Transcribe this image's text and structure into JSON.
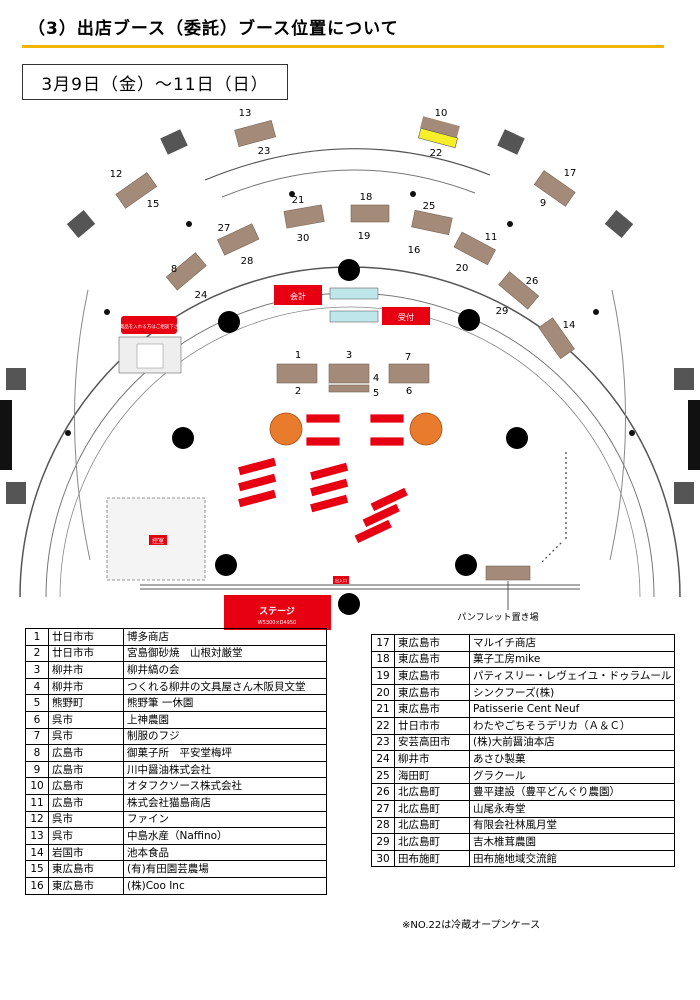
{
  "header": {
    "title": "（3）出店ブース（委託）ブース位置について",
    "date": "3月9日（金）～11日（日）"
  },
  "plan": {
    "booth_numbers": [
      "13",
      "23",
      "10",
      "22",
      "12",
      "15",
      "17",
      "9",
      "21",
      "18",
      "25",
      "27",
      "30",
      "19",
      "11",
      "16",
      "28",
      "20",
      "8",
      "26",
      "24",
      "29",
      "14",
      "1",
      "3",
      "7",
      "2",
      "4",
      "5",
      "6"
    ],
    "signs": {
      "kaikei": "会計",
      "uketsuke": "受付",
      "stage": "ステージ",
      "stage_sub": "W5300×D4950",
      "pamphlet": "パンフレット置き場",
      "tent": "控室",
      "notice": "冷蔵品を入れる方はご相談下さい",
      "door": "出入口"
    },
    "colors": {
      "booth": "#a48a78",
      "red": "#e60012",
      "cyan": "#bfe6ea",
      "yellow": "#f7ef2a",
      "arena": "#eeeeee",
      "line": "#555555"
    }
  },
  "table_left": [
    {
      "no": "1",
      "city": "廿日市市",
      "shop": "博多商店"
    },
    {
      "no": "2",
      "city": "廿日市市",
      "shop": "宮島御砂焼　山根対厳堂"
    },
    {
      "no": "3",
      "city": "柳井市",
      "shop": "柳井縞の会"
    },
    {
      "no": "4",
      "city": "柳井市",
      "shop": "つくれる柳井の文具屋さん木阪貝文堂"
    },
    {
      "no": "5",
      "city": "熊野町",
      "shop": "熊野筆 一休園"
    },
    {
      "no": "6",
      "city": "呉市",
      "shop": "上神農園"
    },
    {
      "no": "7",
      "city": "呉市",
      "shop": "制服のフジ"
    },
    {
      "no": "8",
      "city": "広島市",
      "shop": "御菓子所　平安堂梅坪"
    },
    {
      "no": "9",
      "city": "広島市",
      "shop": "川中醤油株式会社"
    },
    {
      "no": "10",
      "city": "広島市",
      "shop": "オタフクソース株式会社"
    },
    {
      "no": "11",
      "city": "広島市",
      "shop": "株式会社猫島商店"
    },
    {
      "no": "12",
      "city": "呉市",
      "shop": "ファイン"
    },
    {
      "no": "13",
      "city": "呉市",
      "shop": "中島水産（Naffino）"
    },
    {
      "no": "14",
      "city": "岩国市",
      "shop": "池本食品"
    },
    {
      "no": "15",
      "city": "東広島市",
      "shop": "(有)有田園芸農場"
    },
    {
      "no": "16",
      "city": "東広島市",
      "shop": "(株)Coo Inc"
    }
  ],
  "table_right": [
    {
      "no": "17",
      "city": "東広島市",
      "shop": "マルイチ商店"
    },
    {
      "no": "18",
      "city": "東広島市",
      "shop": "菓子工房mike"
    },
    {
      "no": "19",
      "city": "東広島市",
      "shop": "パティスリー・レヴェイユ・ドゥラムール"
    },
    {
      "no": "20",
      "city": "東広島市",
      "shop": "シンクフーズ(株)"
    },
    {
      "no": "21",
      "city": "東広島市",
      "shop": "Patisserie Cent Neuf"
    },
    {
      "no": "22",
      "city": "廿日市市",
      "shop": "わたやごちそうデリカ（Ａ＆Ｃ）"
    },
    {
      "no": "23",
      "city": "安芸高田市",
      "shop": "(株)大前醤油本店"
    },
    {
      "no": "24",
      "city": "柳井市",
      "shop": "あさひ製菓"
    },
    {
      "no": "25",
      "city": "海田町",
      "shop": "グラクール"
    },
    {
      "no": "26",
      "city": "北広島町",
      "shop": "豊平建設（豊平どんぐり農園）"
    },
    {
      "no": "27",
      "city": "北広島町",
      "shop": "山尾永寿堂"
    },
    {
      "no": "28",
      "city": "北広島町",
      "shop": "有限会社林風月堂"
    },
    {
      "no": "29",
      "city": "北広島町",
      "shop": "吉木椎茸農園"
    },
    {
      "no": "30",
      "city": "田布施町",
      "shop": "田布施地域交流館"
    }
  ],
  "note": "※NO.22は冷蔵オープンケース"
}
